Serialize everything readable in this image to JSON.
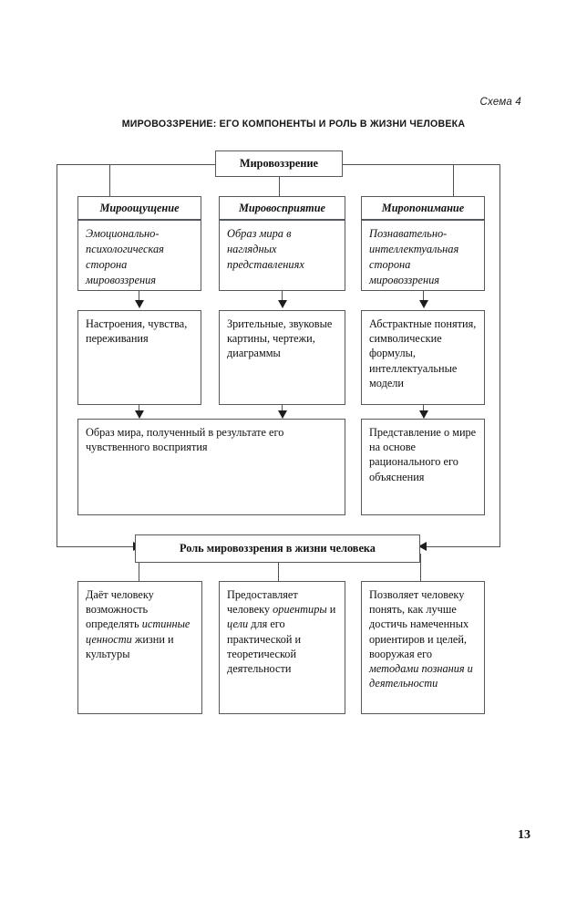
{
  "meta": {
    "scheme_label": "Схема 4",
    "title": "МИРОВОЗЗРЕНИЕ: ЕГО КОМПОНЕНТЫ И РОЛЬ В ЖИЗНИ ЧЕЛОВЕКА",
    "page_number": "13"
  },
  "root": {
    "label": "Мировоззрение"
  },
  "columns": [
    {
      "header": "Мироощущение",
      "definition": "Эмоционально-психологическая сторона мировоззрения",
      "manifestation": "Настроения, чувства, переживания"
    },
    {
      "header": "Мировосприятие",
      "definition": "Образ мира в наглядных представлениях",
      "manifestation": "Зрительные, звуковые картины, чертежи, диаграммы"
    },
    {
      "header": "Миропонимание",
      "definition": "Познавательно-интеллектуальная сторона мировоззрения",
      "manifestation": "Абстрактные понятия, символические формулы, интеллектуальные модели"
    }
  ],
  "results": [
    {
      "text": "Образ мира, полученный в результате его чувственного восприятия"
    },
    {
      "text": "Представление о мире на основе рационального его объяснения"
    }
  ],
  "role_band": {
    "label": "Роль мировоззрения в жизни человека"
  },
  "roles": [
    {
      "part1": "Даёт человеку возможность определять ",
      "em1": "истинные ценности",
      "part2": " жизни и культуры",
      "em2": "",
      "part3": ""
    },
    {
      "part1": "Предоставляет человеку ",
      "em1": "ориентиры",
      "part2": " и ",
      "em2": "цели",
      "part3": " для его практической и теоретической деятельности"
    },
    {
      "part1": "Позволяет человеку понять, как лучше достичь намеченных ориентиров и целей, вооружая его ",
      "em1": "методами познания и деятельности",
      "part2": "",
      "em2": "",
      "part3": ""
    }
  ],
  "colors": {
    "box_border": "#55595d",
    "line": "#4d5155",
    "arrow": "#1b1d1f",
    "text": "#101010",
    "background": "#ffffff"
  }
}
